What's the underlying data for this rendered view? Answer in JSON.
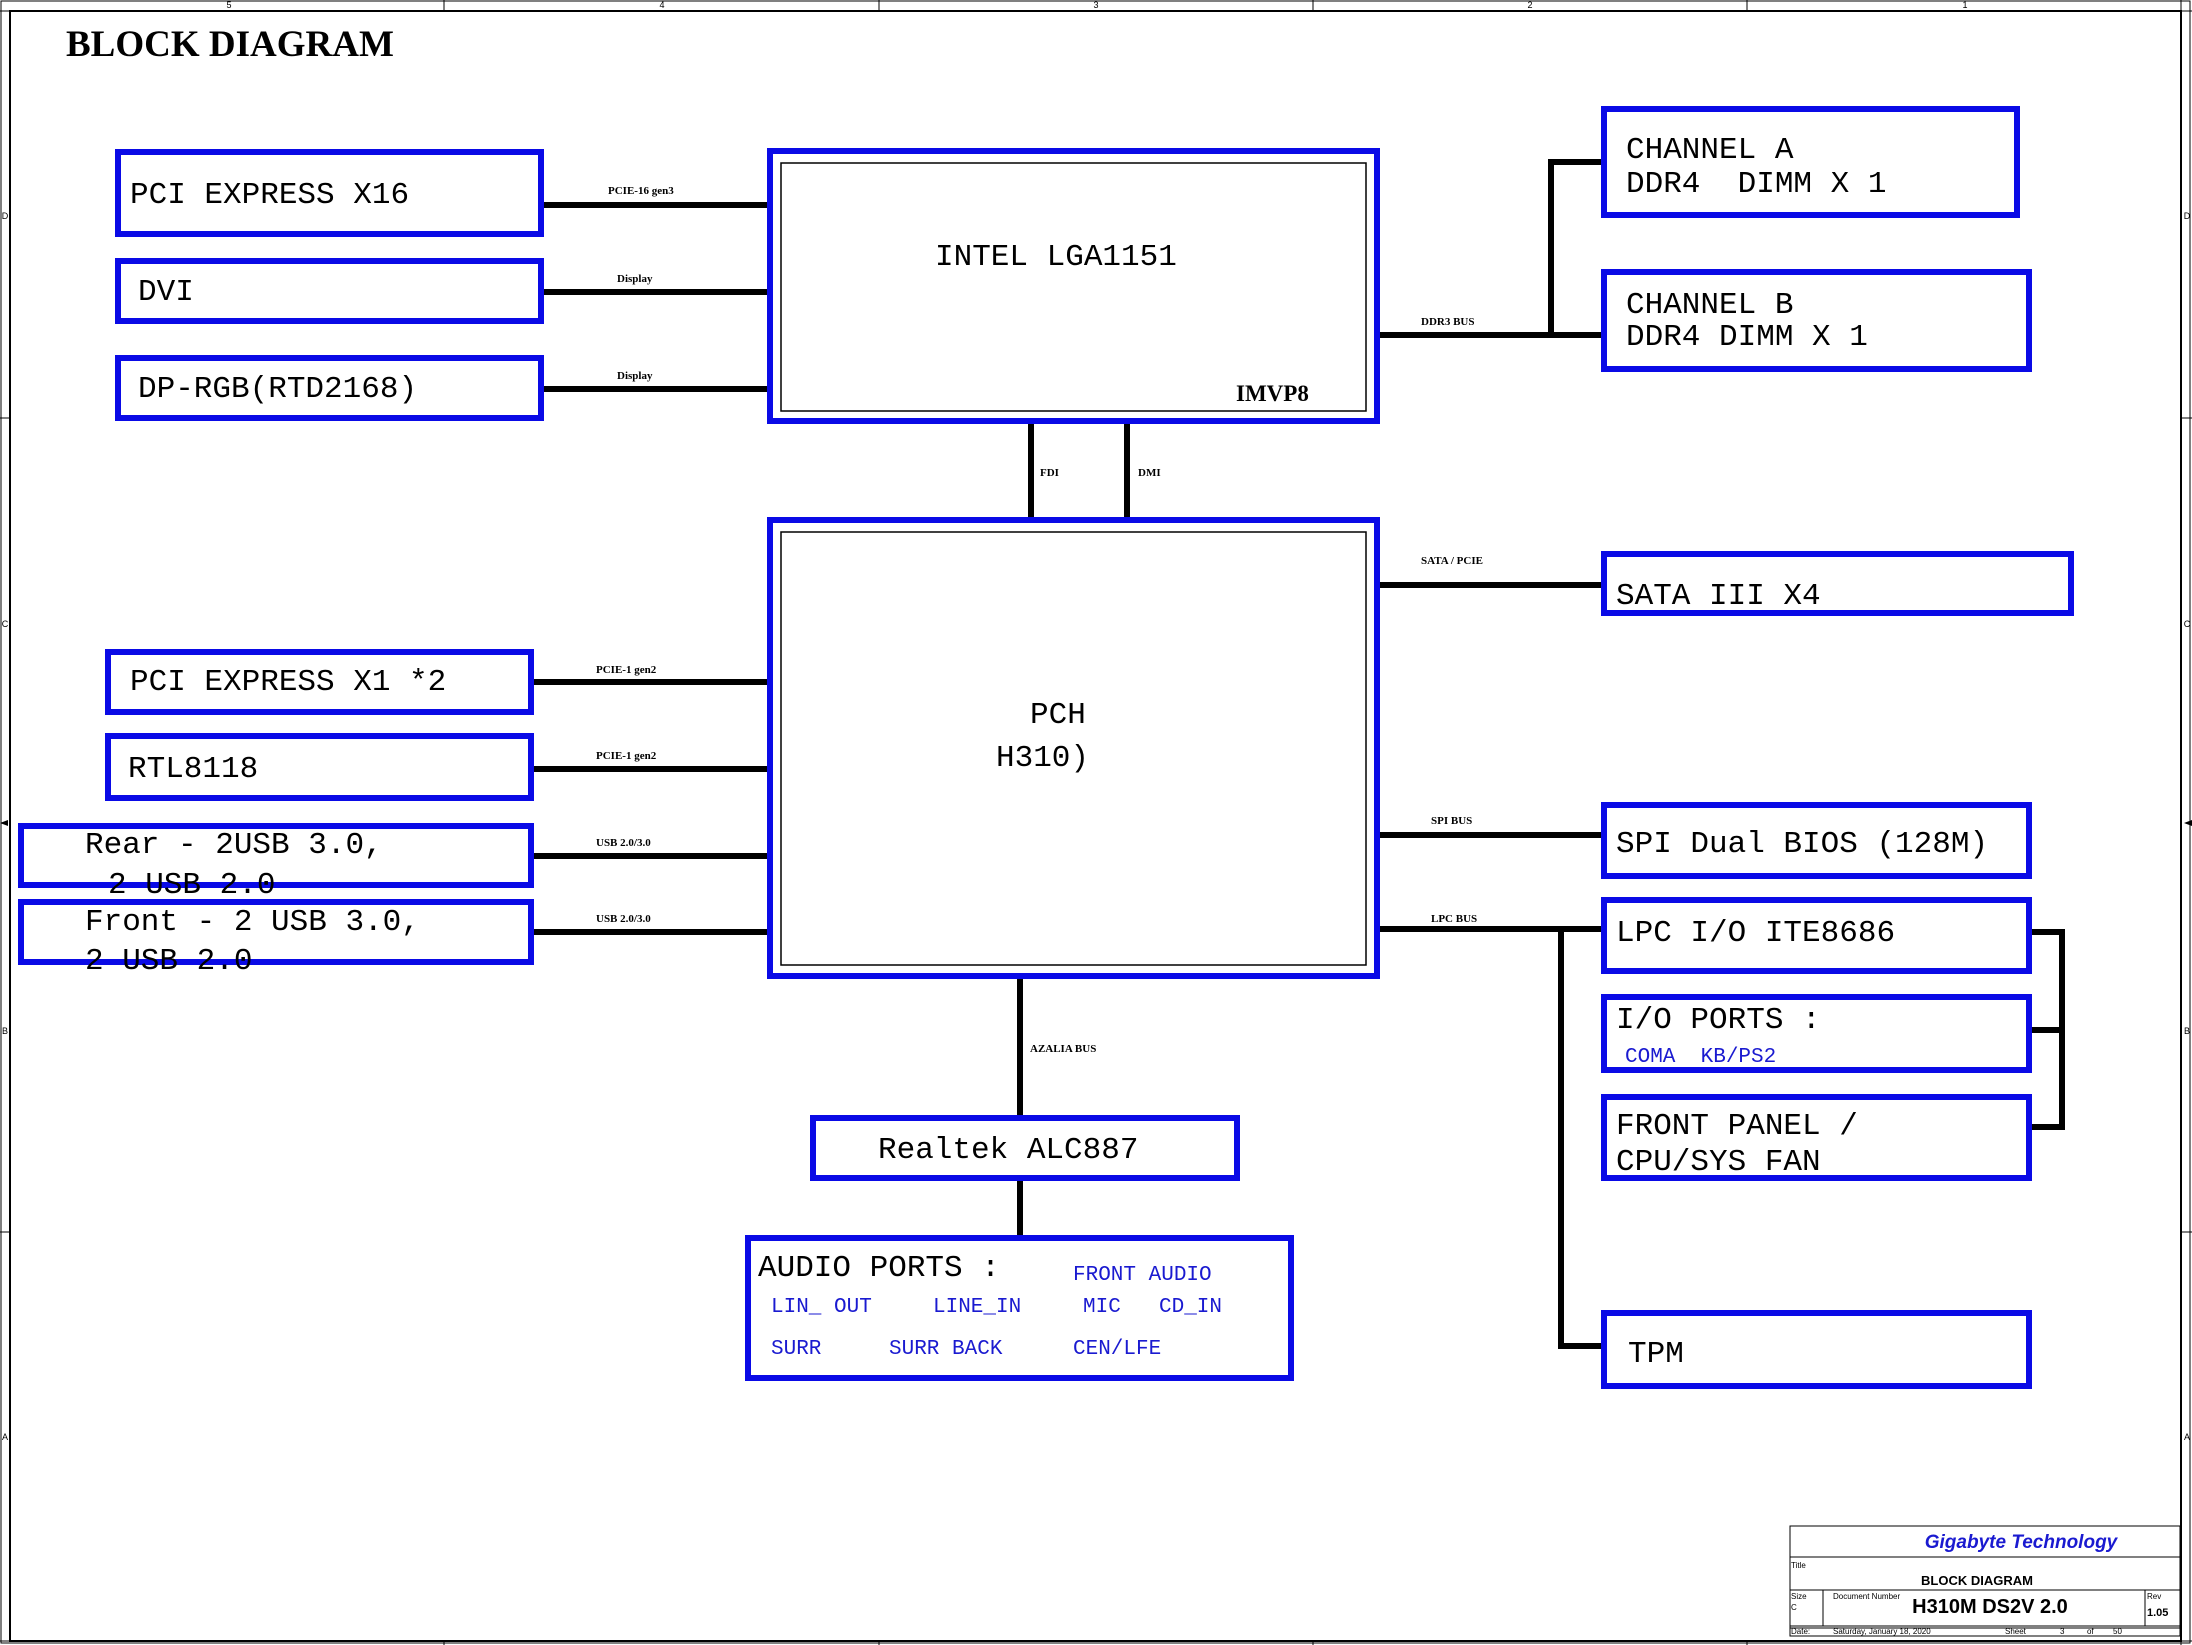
{
  "page_title": "BLOCK DIAGRAM",
  "colors": {
    "block_border": "#0a0ae6",
    "wire": "#000000",
    "port_text": "#1a1ad0",
    "company": "#1a1ad0"
  },
  "border": {
    "columns": [
      "5",
      "4",
      "3",
      "2",
      "1"
    ],
    "rows": [
      "D",
      "C",
      "B",
      "A"
    ]
  },
  "blocks": {
    "pcie_x16": "PCI EXPRESS X16",
    "dvi": "DVI",
    "dp_rgb": "DP-RGB(RTD2168)",
    "cpu": {
      "name": "INTEL LGA1151",
      "sub": "IMVP8"
    },
    "ddr_a": {
      "line1": "CHANNEL A",
      "line2": "DDR4  DIMM X 1"
    },
    "ddr_b": {
      "line1": "CHANNEL B",
      "line2": "DDR4 DIMM X 1"
    },
    "pch": {
      "line1": "PCH",
      "line2": "H310)"
    },
    "sata": "SATA III X4",
    "pcie_x1": "PCI EXPRESS X1 *2",
    "rtl": "RTL8118",
    "usb_rear": {
      "line1": "Rear - 2USB 3.0,",
      "line2": "2 USB 2.0"
    },
    "usb_front": {
      "line1": "Front - 2 USB 3.0,",
      "line2": "2 USB 2.0"
    },
    "spi": "SPI Dual BIOS (128M)",
    "lpc": "LPC I/O ITE8686",
    "io_ports": {
      "title": "I/O PORTS :",
      "ports": "COMA  KB/PS2"
    },
    "front_panel": {
      "line1": "FRONT PANEL /",
      "line2": "CPU/SYS FAN"
    },
    "tpm": "TPM",
    "codec": "Realtek ALC887",
    "audio": {
      "title": "AUDIO PORTS :",
      "front": "FRONT AUDIO",
      "row1": [
        "LIN_ OUT",
        "LINE_IN",
        "MIC",
        "CD_IN"
      ],
      "row2": [
        "SURR",
        "SURR BACK",
        "CEN/LFE"
      ]
    }
  },
  "buses": {
    "pcie16": "PCIE-16 gen3",
    "display1": "Display",
    "display2": "Display",
    "ddr": "DDR3 BUS",
    "fdi": "FDI",
    "dmi": "DMI",
    "sata_pcie": "SATA / PCIE",
    "pcie1a": "PCIE-1 gen2",
    "pcie1b": "PCIE-1 gen2",
    "usb_rear": "USB 2.0/3.0",
    "usb_front": "USB 2.0/3.0",
    "spi": "SPI BUS",
    "lpc": "LPC BUS",
    "azalia": "AZALIA BUS"
  },
  "title_block": {
    "company": "Gigabyte Technology",
    "title_label": "Title",
    "title": "BLOCK DIAGRAM",
    "size_label": "Size",
    "size": "C",
    "docnum_label": "Document Number",
    "docnum": "H310M DS2V 2.0",
    "rev_label": "Rev",
    "rev": "1.05",
    "date_label": "Date:",
    "date": "Saturday, January 18, 2020",
    "sheet_label": "Sheet",
    "sheet": "3",
    "of_label": "of",
    "total": "50"
  }
}
